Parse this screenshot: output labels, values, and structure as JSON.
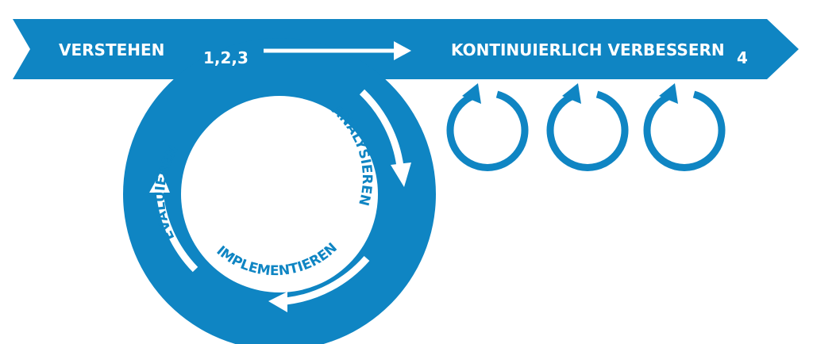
{
  "colors": {
    "primary": "#0f85c3",
    "background": "#ffffff",
    "text_light": "#ffffff"
  },
  "banner": {
    "left_label": "VERSTEHEN",
    "steps_label": "1,2,3",
    "right_label": "KONTINUIERLICH VERBESSERN",
    "right_step": "4"
  },
  "cycle": {
    "analyze": "ANALYSIEREN",
    "implement": "IMPLEMENTIEREN",
    "evaluate": "EVALUIEREN"
  },
  "small_cycles": [
    {
      "icon": "refresh-cycle-icon"
    },
    {
      "icon": "refresh-cycle-icon"
    },
    {
      "icon": "refresh-cycle-icon"
    }
  ]
}
